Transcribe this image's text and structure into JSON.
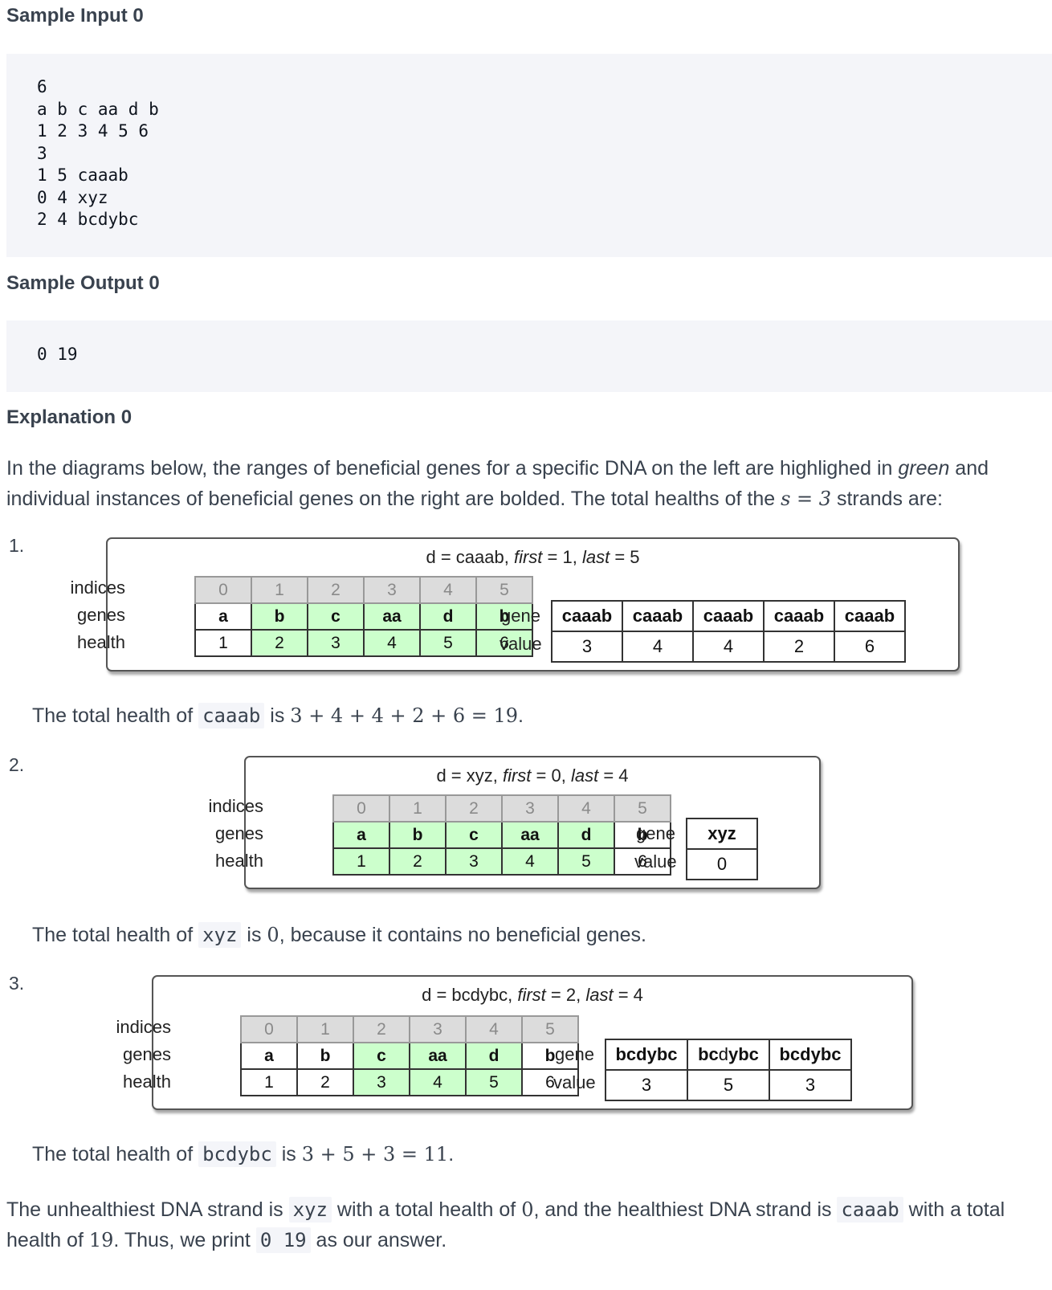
{
  "sample_input": {
    "heading": "Sample Input 0",
    "lines": [
      "6",
      "a b c aa d b",
      "1 2 3 4 5 6",
      "3",
      "1 5 caaab",
      "0 4 xyz",
      "2 4 bcdybc"
    ]
  },
  "sample_output": {
    "heading": "Sample Output 0",
    "lines": [
      "0 19"
    ]
  },
  "explanation": {
    "heading": "Explanation 0",
    "intro_1": "In the diagrams below, the ranges of beneficial genes for a specific DNA on the left are highlighed in ",
    "intro_green": "green",
    "intro_2": " and individual instances of beneficial genes on the right are bolded. The total healths of the ",
    "intro_math": "s = 3",
    "intro_3": " strands are:"
  },
  "labels": {
    "indices": "indices",
    "genes": "genes",
    "health": "health",
    "gene": "gene",
    "value": "value"
  },
  "grid": {
    "indices": [
      "0",
      "1",
      "2",
      "3",
      "4",
      "5"
    ],
    "genes": [
      "a",
      "b",
      "c",
      "aa",
      "d",
      "b"
    ],
    "health": [
      "1",
      "2",
      "3",
      "4",
      "5",
      "6"
    ]
  },
  "cases": [
    {
      "number": "1.",
      "title_d": "d = caaab, ",
      "title_first": "first",
      "title_first_val": " = 1, ",
      "title_last": "last",
      "title_last_val": " = 5",
      "first": 1,
      "last": 5,
      "matches": [
        {
          "pre": "caaab",
          "bold": "",
          "post": ""
        },
        {
          "pre": "caaab",
          "bold": "",
          "post": ""
        },
        {
          "pre": "caaab",
          "bold": "",
          "post": ""
        },
        {
          "pre": "caaab",
          "bold": "",
          "post": ""
        },
        {
          "pre": "caaab",
          "bold": "",
          "post": ""
        }
      ],
      "values": [
        "3",
        "4",
        "4",
        "2",
        "6"
      ],
      "text_pre": "The total health of ",
      "strand": "caaab",
      "text_mid": " is ",
      "equation": "3 + 4 + 4 + 2 + 6 = 19",
      "text_post": "."
    },
    {
      "number": "2.",
      "title_d": "d = xyz, ",
      "title_first": "first",
      "title_first_val": " = 0, ",
      "title_last": "last",
      "title_last_val": " = 4",
      "first": 0,
      "last": 4,
      "matches": [
        {
          "pre": "xyz",
          "bold": "",
          "post": ""
        }
      ],
      "values": [
        "0"
      ],
      "text_pre": "The total health of ",
      "strand": "xyz",
      "text_mid": " is ",
      "equation": "0",
      "text_post": ", because it contains no beneficial genes."
    },
    {
      "number": "3.",
      "title_d": "d = bcdybc, ",
      "title_first": "first",
      "title_first_val": " = 2, ",
      "title_last": "last",
      "title_last_val": " = 4",
      "first": 2,
      "last": 4,
      "matches": [
        {
          "pre": "bcdybc",
          "bold": "",
          "post": ""
        },
        {
          "pre": "bc",
          "bold": "d",
          "post": "ybc"
        },
        {
          "pre": "bcdybc",
          "bold": "",
          "post": ""
        }
      ],
      "values": [
        "3",
        "5",
        "3"
      ],
      "text_pre": "The total health of ",
      "strand": "bcdybc",
      "text_mid": " is ",
      "equation": "3 + 5 + 3 = 11",
      "text_post": "."
    }
  ],
  "conclusion": {
    "p1": "The unhealthiest DNA strand is ",
    "c1": "xyz",
    "p2": " with a total health of ",
    "m1": "0",
    "p3": ", and the healthiest DNA strand is ",
    "c2": "caaab",
    "p4": " with a total health of ",
    "m2": "19",
    "p5": ". Thus, we print ",
    "c3": "0 19",
    "p6": " as our answer."
  }
}
